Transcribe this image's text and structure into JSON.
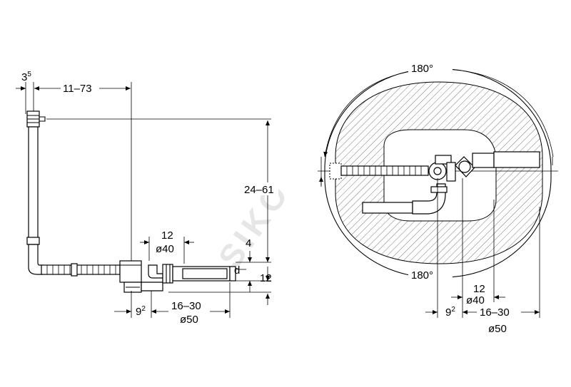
{
  "watermark": "SIKO",
  "side_view": {
    "dim_top_small": "3",
    "dim_top_small_sup": "5",
    "dim_length": "11–73",
    "dim_height": "24–61",
    "dim_12_top": "12",
    "dim_d40": "ø40",
    "dim_4": "4",
    "dim_d": "d",
    "dim_12_right": "12",
    "dim_9": "9",
    "dim_9_sup": "2",
    "dim_16_30": "16–30",
    "dim_d50": "ø50"
  },
  "top_view": {
    "angle_top": "180°",
    "angle_mid": "180°",
    "dim_12": "12",
    "dim_d40": "ø40",
    "dim_9": "9",
    "dim_9_sup": "2",
    "dim_16_30": "16–30",
    "dim_d50": "ø50"
  }
}
